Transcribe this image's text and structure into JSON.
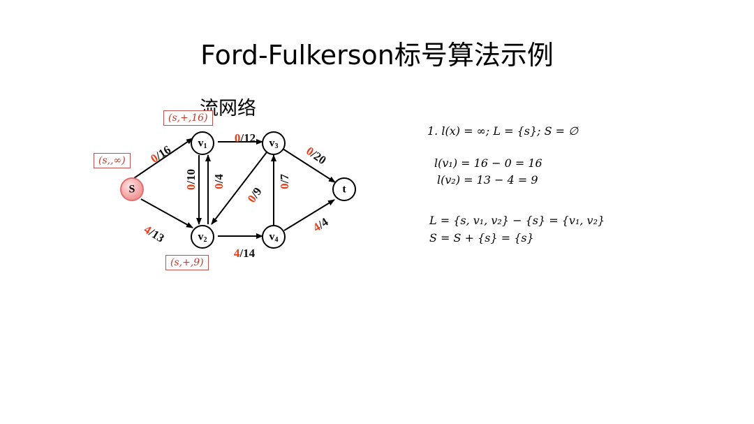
{
  "title": "Ford-Fulkerson标号算法示例",
  "subtitle": "流网络",
  "nodes": [
    {
      "id": "s",
      "label": "S"
    },
    {
      "id": "v1",
      "label": "v",
      "sub": "1"
    },
    {
      "id": "v2",
      "label": "v",
      "sub": "2"
    },
    {
      "id": "v3",
      "label": "v",
      "sub": "3"
    },
    {
      "id": "v4",
      "label": "v",
      "sub": "4"
    },
    {
      "id": "t",
      "label": "t"
    }
  ],
  "edges": [
    {
      "from": "s",
      "to": "v1",
      "flow": "0",
      "cap": "/16"
    },
    {
      "from": "s",
      "to": "v2",
      "flow": "4",
      "cap": "/13"
    },
    {
      "from": "v1",
      "to": "v3",
      "flow": "0",
      "cap": "/12"
    },
    {
      "from": "v2",
      "to": "v1",
      "flow": "0",
      "cap": "/4"
    },
    {
      "from": "v1",
      "to": "v2",
      "flow": "0",
      "cap": "/10"
    },
    {
      "from": "v3",
      "to": "v2",
      "flow": "0",
      "cap": "/9"
    },
    {
      "from": "v2",
      "to": "v4",
      "flow": "4",
      "cap": "/14"
    },
    {
      "from": "v4",
      "to": "v3",
      "flow": "0",
      "cap": "/7"
    },
    {
      "from": "v3",
      "to": "t",
      "flow": "0",
      "cap": "/20"
    },
    {
      "from": "v4",
      "to": "t",
      "flow": "4",
      "cap": "/4"
    }
  ],
  "node_labels": {
    "s": "(s,,∞)",
    "v1": "(s,+,16)",
    "v2": "(s,+,9)"
  },
  "colors": {
    "flow": "#e8401c",
    "label_box": "#c0504d",
    "source_fill": "#f4a3a3"
  },
  "steps": {
    "line1": "1. l(x) = ∞; L = {s}; S = ∅",
    "line2": "l(v₁) = 16 − 0 = 16",
    "line3": "l(v₂) = 13 − 4 = 9",
    "line4": "L = {s, v₁, v₂} − {s} = {v₁, v₂}",
    "line5": "S = S + {s} = {s}"
  }
}
